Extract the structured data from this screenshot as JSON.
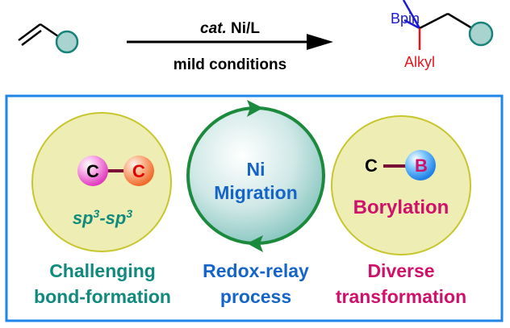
{
  "reaction": {
    "reagent_label_italic": "cat.",
    "reagent_label_rest": " Ni/L",
    "condition_label": "mild conditions",
    "product_bpin": "Bpin",
    "product_alkyl": "Alkyl"
  },
  "panel": {
    "left": {
      "atom1": "C",
      "atom2": "C",
      "sp_part1": "sp",
      "sup1": "3",
      "sp_dash": "-sp",
      "sup2": "3",
      "caption_line1": "Challenging",
      "caption_line2": "bond-formation"
    },
    "center": {
      "line1": "Ni",
      "line2": "Migration",
      "caption_line1": "Redox-relay",
      "caption_line2": "process"
    },
    "right": {
      "atom1": "C",
      "atom2": "B",
      "title": "Borylation",
      "caption_line1": "Diverse",
      "caption_line2": "transformation"
    }
  },
  "colors": {
    "frame_blue": "#1f86e8",
    "teal_text": "#0f8a7c",
    "blue_text": "#1565c8",
    "magenta_text": "#d0106a",
    "bpin_blue": "#1a1ad6",
    "alkyl_red": "#e8141e",
    "substituent_fill": "#a8d3cf",
    "substituent_stroke": "#17837a",
    "ring_green": "#1b8a3c",
    "yellow_fill": "#eeeeb4",
    "yellow_stroke": "#c7c62e",
    "bond_maroon": "#7a1036"
  }
}
